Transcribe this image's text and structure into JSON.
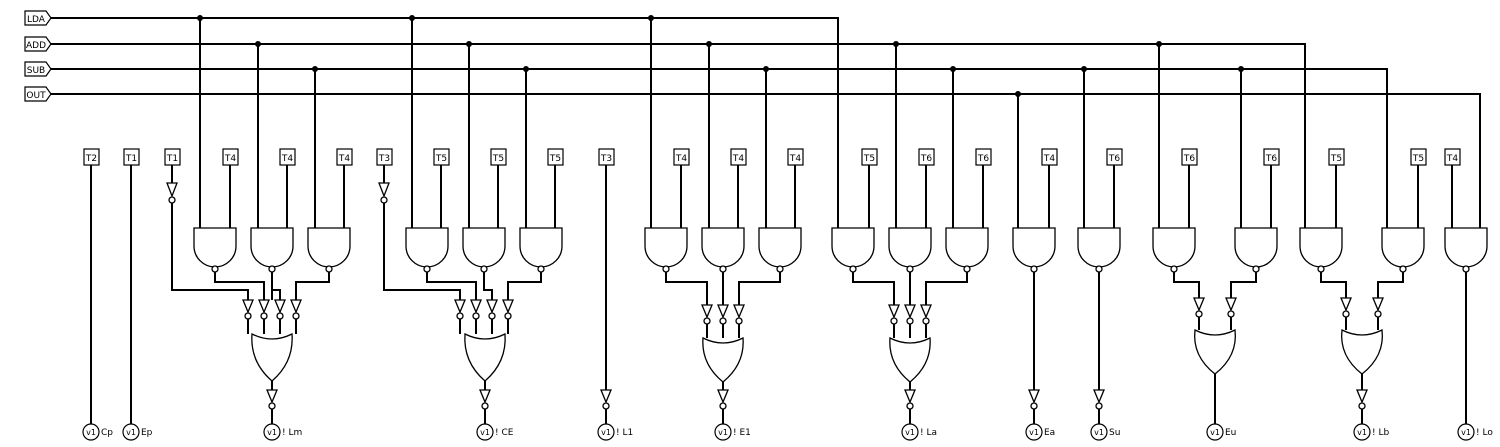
{
  "control_signals": [
    "LDA",
    "ADD",
    "SUB",
    "OUT"
  ],
  "timing_labels": [
    "T2",
    "T1",
    "T1",
    "T4",
    "T4",
    "T4",
    "T3",
    "T5",
    "T5",
    "T5",
    "T3",
    "T4",
    "T4",
    "T4",
    "T5",
    "T6",
    "T6",
    "T4",
    "T6",
    "T6",
    "T6",
    "T5",
    "T5",
    "T4"
  ],
  "outputs": [
    {
      "prefix": "v1",
      "label": "Cp"
    },
    {
      "prefix": "v1",
      "label": "Ep"
    },
    {
      "prefix": "v1",
      "label": "! Lm"
    },
    {
      "prefix": "v1",
      "label": "! CE"
    },
    {
      "prefix": "v1",
      "label": "! L1"
    },
    {
      "prefix": "v1",
      "label": "! E1"
    },
    {
      "prefix": "v1",
      "label": "! La"
    },
    {
      "prefix": "v1",
      "label": "Ea"
    },
    {
      "prefix": "v1",
      "label": "Su"
    },
    {
      "prefix": "v1",
      "label": "Eu"
    },
    {
      "prefix": "v1",
      "label": "! Lb"
    },
    {
      "prefix": "v1",
      "label": "! Lo"
    }
  ]
}
